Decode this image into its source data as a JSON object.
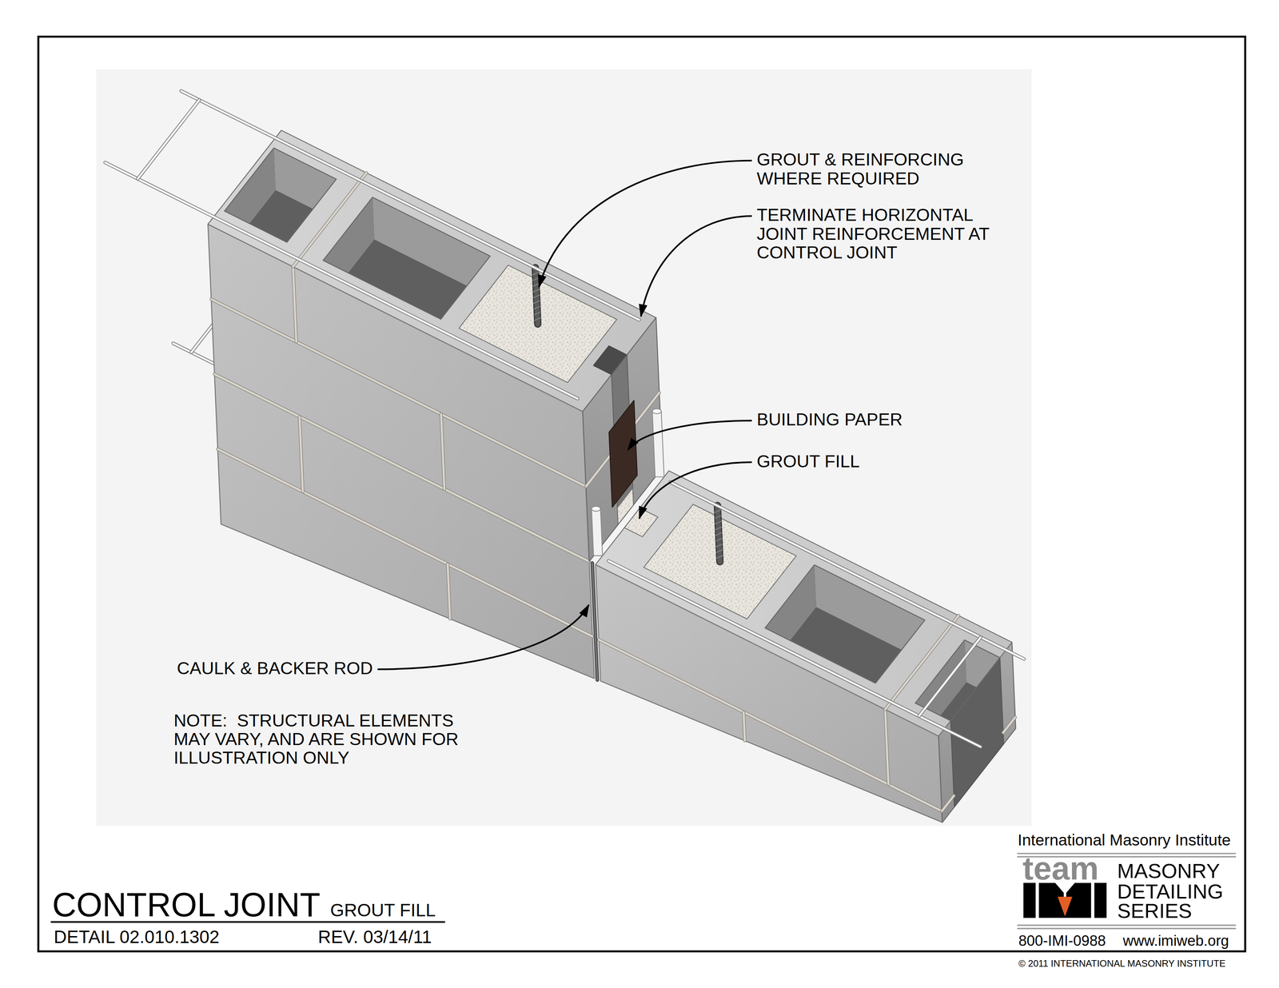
{
  "diagram": {
    "title": "CONTROL JOINT",
    "labels": [
      "GROUT & REINFORCING WHERE REQUIRED",
      "TERMINATE HORIZONTAL JOINT REINFORCEMENT AT CONTROL JOINT",
      "BUILDING PAPER",
      "GROUT FILL",
      "CAULK & BACKER ROD",
      "NOTE:  STRUCTURAL ELEMENTS MAY VARY, AND ARE SHOWN FOR ILLUSTRATION ONLY",
      "GROUT FILL",
      "DETAIL 02.010.1302",
      "REV. 03/14/11",
      "International Masonry Institute",
      "team",
      "MASONRY DETAILING SERIES",
      "800-IMI-0988",
      "www.imiweb.org",
      "© 2011 INTERNATIONAL MASONRY INSTITUTE"
    ]
  }
}
